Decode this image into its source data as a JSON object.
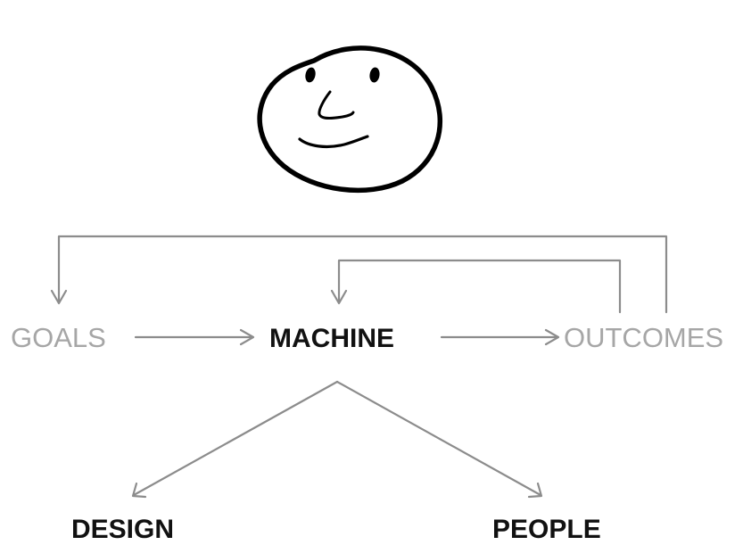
{
  "nodes": {
    "goals": "GOALS",
    "machine": "MACHINE",
    "outcomes": "OUTCOMES",
    "design": "DESIGN",
    "people": "PEOPLE"
  },
  "icons": {
    "face": "smiley-face-icon"
  },
  "colors": {
    "secondary_label": "#a6a6a6",
    "primary_label": "#111111",
    "connector": "#8c8c8c",
    "face_stroke": "#000000"
  }
}
